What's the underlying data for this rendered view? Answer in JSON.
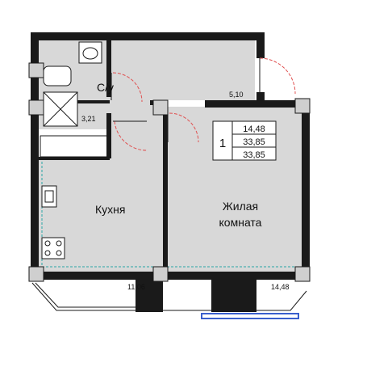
{
  "rooms": {
    "bathroom": {
      "label": "С/у",
      "area": "3,21"
    },
    "hall": {
      "area": "5,10"
    },
    "kitchen": {
      "label": "Кухня",
      "area": "11,06"
    },
    "living": {
      "label_line1": "Жилая",
      "label_line2": "комната",
      "area": "14,48"
    }
  },
  "apartment": {
    "rooms_count": "1",
    "living_area": "14,48",
    "total_area": "33,85",
    "total_area_with_balcony": "33,85"
  },
  "colors": {
    "wall": "#1a1a1a",
    "floor": "#d8d8d8",
    "column": "#cfcfcf",
    "door_swing": "#e05050",
    "window_line": "#2aa6a6",
    "balcony_window": "#3a5fcd"
  }
}
